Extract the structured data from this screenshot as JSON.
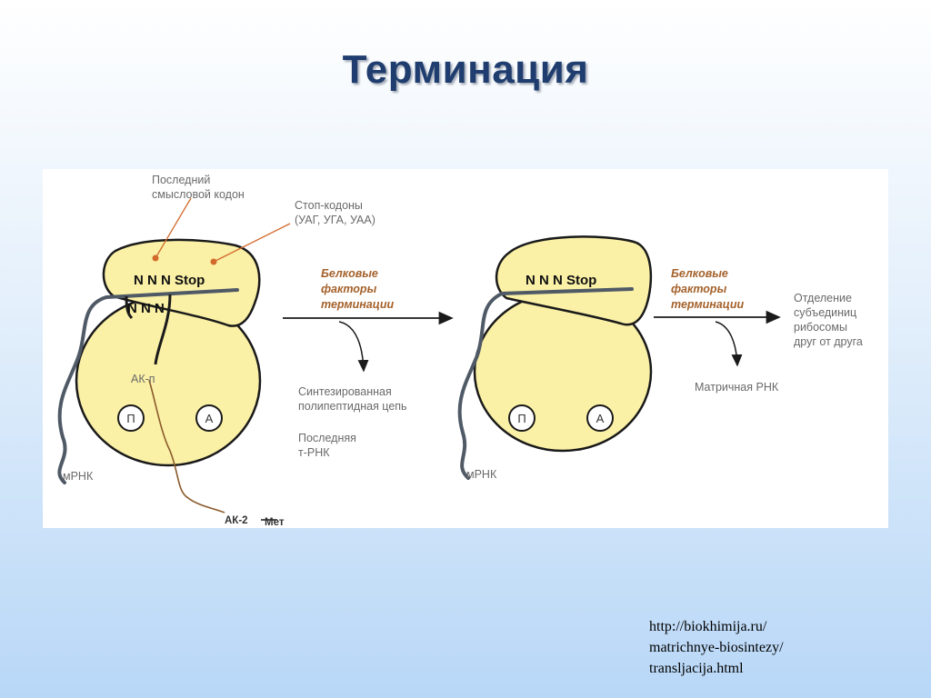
{
  "slide": {
    "title": "Терминация"
  },
  "diagram": {
    "left": {
      "last_codon_label": [
        "Последний",
        "смысловой кодон"
      ],
      "stop_codons_label": [
        "Стоп-кодоны",
        "(УАГ, УГА, УАА)"
      ],
      "codon_text": "N N N Stop",
      "trna_codon_text": "N N N",
      "amino_label": "АК-п",
      "site_p": "П",
      "site_a": "А",
      "mrna_label": "мРНК",
      "ak2_label": "АК-2",
      "met_label": "Мет"
    },
    "middle": {
      "factors_label": [
        "Белковые",
        "факторы",
        "терминации"
      ],
      "released_chain_label": [
        "Синтезированная",
        "полипептидная цепь"
      ],
      "last_trna_label": [
        "Последняя",
        "т-РНК"
      ]
    },
    "right": {
      "codon_text": "N N N Stop",
      "site_p": "П",
      "site_a": "А",
      "mrna_label": "мРНК",
      "factors_label": [
        "Белковые",
        "факторы",
        "терминации"
      ],
      "mrna_release_label": "Матричная РНК",
      "separation_label": [
        "Отделение",
        "субъединиц",
        "рибосомы",
        "друг от друга"
      ]
    },
    "colors": {
      "subunit_fill": "#faf0a6",
      "outline": "#1a1a1a",
      "mrna_strand": "#4f5a66",
      "pointer": "#d26a2c",
      "polypeptide": "#8a5a2b"
    }
  },
  "source": {
    "lines": [
      "http://biokhimija.ru/",
      "matrichnye-biosintezy/",
      "transljacija.html"
    ]
  }
}
